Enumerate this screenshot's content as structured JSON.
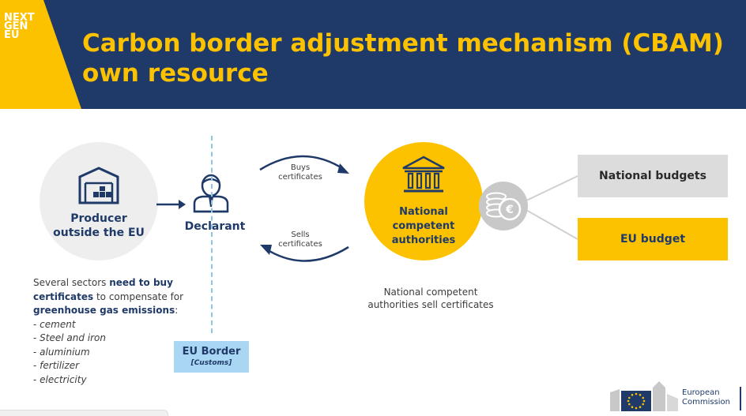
{
  "header": {
    "logo_lines": [
      "NEXT",
      "GEN",
      "EU"
    ],
    "title_line1": "Carbon border adjustment mechanism (CBAM)",
    "title_line2": "own resource"
  },
  "producer": {
    "label_line1": "Producer",
    "label_line2": "outside the EU",
    "icon": "warehouse-icon"
  },
  "declarant": {
    "label": "Declarant",
    "icon": "person-icon"
  },
  "border": {
    "label": "EU Border",
    "sublabel": "[Customs]"
  },
  "flows": {
    "buys_line1": "Buys",
    "buys_line2": "certificates",
    "sells_line1": "Sells",
    "sells_line2": "certificates"
  },
  "authorities": {
    "label_line1": "National",
    "label_line2": "competent",
    "label_line3": "authorities",
    "icon": "institution-icon",
    "caption_line1": "National competent",
    "caption_line2": "authorities sell certificates"
  },
  "coin_icon": "euro-coins-icon",
  "budgets": {
    "national": "National budgets",
    "eu": "EU budget"
  },
  "sectors": {
    "intro_1": "Several sectors ",
    "intro_bold_1": "need to buy",
    "intro_bold_2": "certificates",
    "intro_2": " to compensate for",
    "intro_bold_3": "greenhouse gas emissions",
    "intro_3": ":",
    "items": [
      "cement",
      "Steel and iron",
      "aluminium",
      "fertilizer",
      "electricity"
    ]
  },
  "footer": {
    "org_line1": "European",
    "org_line2": "Commission"
  },
  "colors": {
    "navy": "#1f3a68",
    "yellow": "#fcc200",
    "light_blue": "#a9d6f2",
    "grey": "#dcdcdc"
  }
}
